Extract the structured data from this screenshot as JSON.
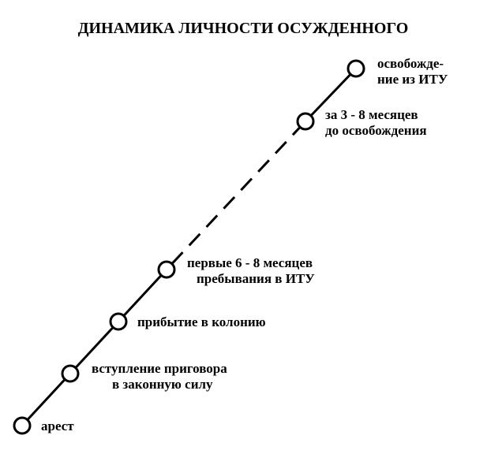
{
  "title": "ДИНАМИКА ЛИЧНОСТИ ОСУЖДЕННОГО",
  "colors": {
    "line": "#000000",
    "node_fill": "#ffffff",
    "text": "#000000",
    "background": "#ffffff"
  },
  "stages": [
    {
      "lines": [
        "арест"
      ]
    },
    {
      "lines": [
        "вступление приговора",
        "в законную силу"
      ]
    },
    {
      "lines": [
        "прибытие в колонию"
      ]
    },
    {
      "lines": [
        "первые 6 - 8 месяцев",
        "пребывания в ИТУ"
      ]
    },
    {
      "lines": [
        "за 3 - 8 месяцев",
        "до освобождения"
      ]
    },
    {
      "lines": [
        "освобожде-",
        "ние из ИТУ"
      ]
    }
  ],
  "segments": [
    "solid",
    "solid",
    "solid",
    "dashed",
    "solid"
  ]
}
